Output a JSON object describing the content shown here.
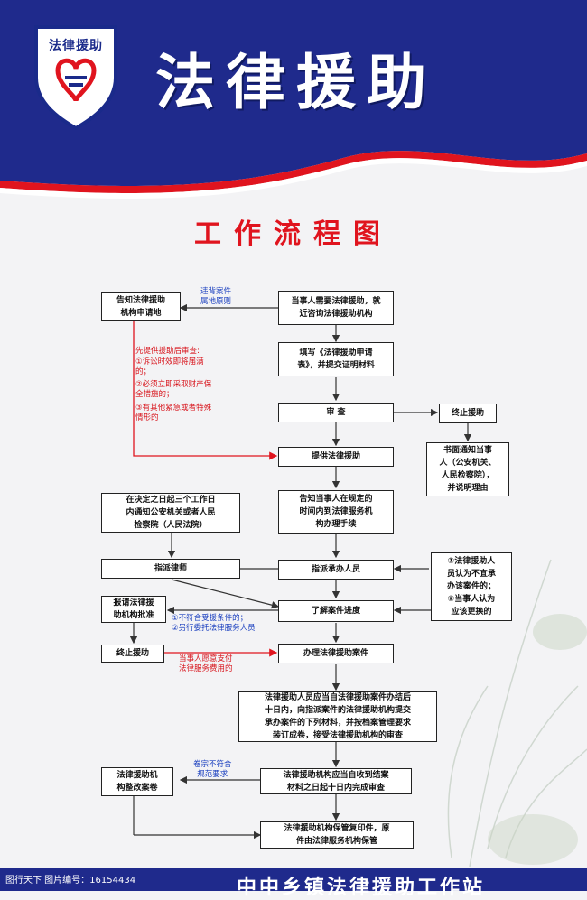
{
  "header": {
    "logo_text": "法律援助",
    "title": "法律援助"
  },
  "subtitle": "工作流程图",
  "boxes": {
    "b_gaozhi": "告知法律援助\n机构申请地",
    "b_start": "当事人需要法律援助，就\n近咨询法律援助机构",
    "b_fill": "填写《法律援助申请\n表》，并提交证明材料",
    "b_review": "审    查",
    "b_terminate_aid": "终止援助",
    "b_written": "书面通知当事\n人（公安机关、\n人民检察院），\n并说明理由",
    "b_provide": "提供法律援助",
    "b_three_days": "在决定之日起三个工作日\n内通知公安机关或者人民\n检察院（人民法院）",
    "b_inform": "告知当事人在规定的\n时间内到法律服务机\n构办理手续",
    "b_lawyer": "指派律师",
    "b_assign": "指派承办人员",
    "b_right_reasons": "①法律援助人\n员认为不宜承\n办该案件的；\n②当事人认为\n应该更换的",
    "b_report": "报请法律援\n助机构批准",
    "b_progress": "了解案件进度",
    "b_terminate": "终止援助",
    "b_handle": "办理法律援助案件",
    "b_ten_days": "法律援助人员应当自法律援助案件办结后\n十日内，向指派案件的法律援助机构提交\n承办案件的下列材料，并按档案管理要求\n装订成卷，接受法律援助机构的审查",
    "b_rectify": "法律援助机\n构整改案卷",
    "b_complete": "法律援助机构应当自收到结案\n材料之日起十日内完成审查",
    "b_archive": "法律援助机构保管复印件，原\n件由法律服务机构保管"
  },
  "notes": {
    "n_violate": "违背案件\n属地原则",
    "n_review_first": "先提供援助后审查:",
    "n_reason1": "①诉讼时效即将届满\n的；",
    "n_reason2": "②必须立即采取财产保\n全措施的；",
    "n_reason3": "③有其他紧急或者特殊\n情形的",
    "n_not_meet": "①不符合受援条件的；\n②另行委托法律服务人员",
    "n_pay": "当事人愿意支付\n法律服务费用的",
    "n_file_fail": "卷宗不符合\n规范要求"
  },
  "footer": {
    "watermark": "图行天下 图片编号：16154434",
    "text": "中中乡镇法律援助工作站"
  },
  "colors": {
    "navy": "#1f2a8c",
    "red": "#e0141e",
    "blue_note": "#1a3fbf"
  }
}
